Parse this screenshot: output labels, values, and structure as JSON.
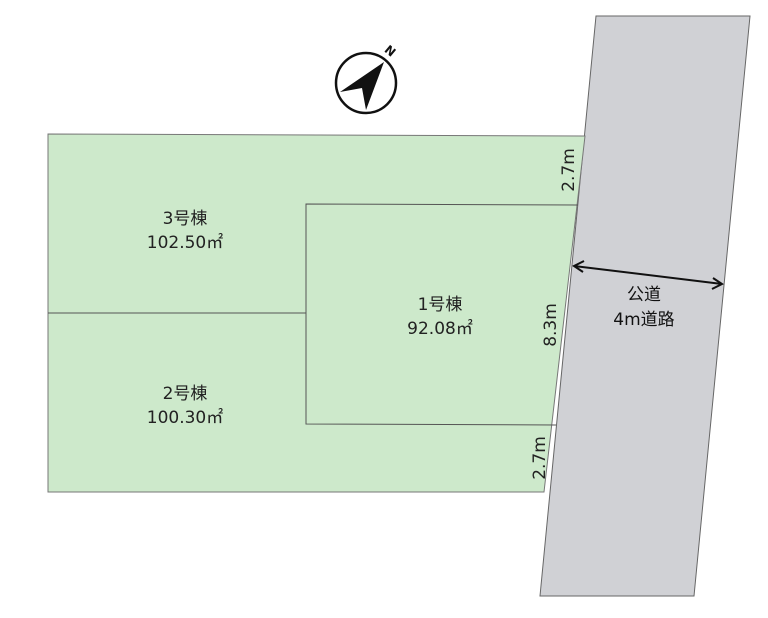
{
  "compass": {
    "north_label": "N"
  },
  "lots": [
    {
      "name": "3号棟",
      "area": "102.50㎡"
    },
    {
      "name": "1号棟",
      "area": "92.08㎡"
    },
    {
      "name": "2号棟",
      "area": "100.30㎡"
    }
  ],
  "dimensions": {
    "top": "2.7m",
    "middle": "8.3m",
    "bottom": "2.7m"
  },
  "road": {
    "line1": "公道",
    "line2": "4m道路"
  },
  "colors": {
    "lot_fill": "#cde9cb",
    "road_fill": "#d0d1d5",
    "line": "#555555"
  }
}
